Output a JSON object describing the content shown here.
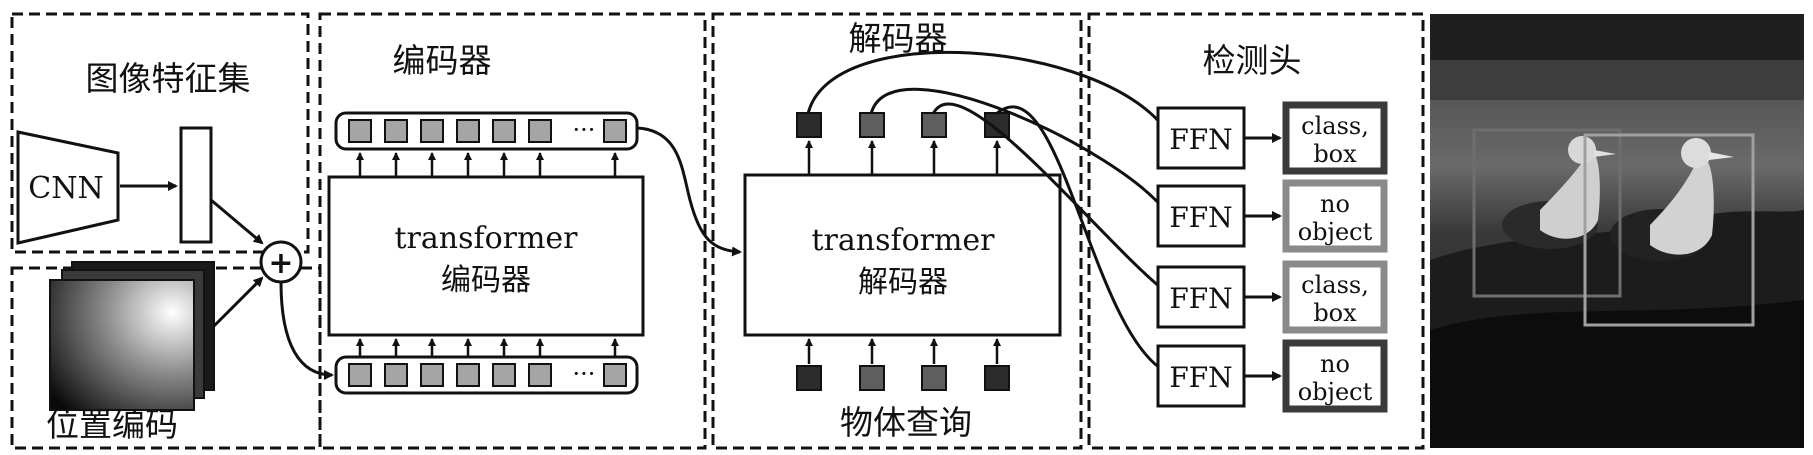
{
  "sections": {
    "image_features": "图像特征集",
    "position_encoding": "位置编码",
    "encoder": "编码器",
    "decoder": "解码器",
    "detection_head": "检测头",
    "object_queries": "物体查询"
  },
  "blocks": {
    "cnn": "CNN",
    "plus": "+",
    "encoder_line1": "transformer",
    "encoder_line2": "编码器",
    "decoder_line1": "transformer",
    "decoder_line2": "解码器",
    "ellipsis": "···"
  },
  "ffn_rows": [
    {
      "ffn": "FFN",
      "line1": "class,",
      "line2": "box",
      "outline": "#3a3a3a"
    },
    {
      "ffn": "FFN",
      "line1": "no",
      "line2": "object",
      "outline": "#8a8a8a"
    },
    {
      "ffn": "FFN",
      "line1": "class,",
      "line2": "box",
      "outline": "#8a8a8a"
    },
    {
      "ffn": "FFN",
      "line1": "no",
      "line2": "object",
      "outline": "#3a3a3a"
    }
  ],
  "colors": {
    "token_fill": "#a5a5a5",
    "query_colors": [
      "#2c2c2c",
      "#5e5e5e",
      "#5e5e5e",
      "#2c2c2c"
    ],
    "photo_box_left": "#6e6e6e",
    "photo_box_right": "#a0a0a0"
  }
}
